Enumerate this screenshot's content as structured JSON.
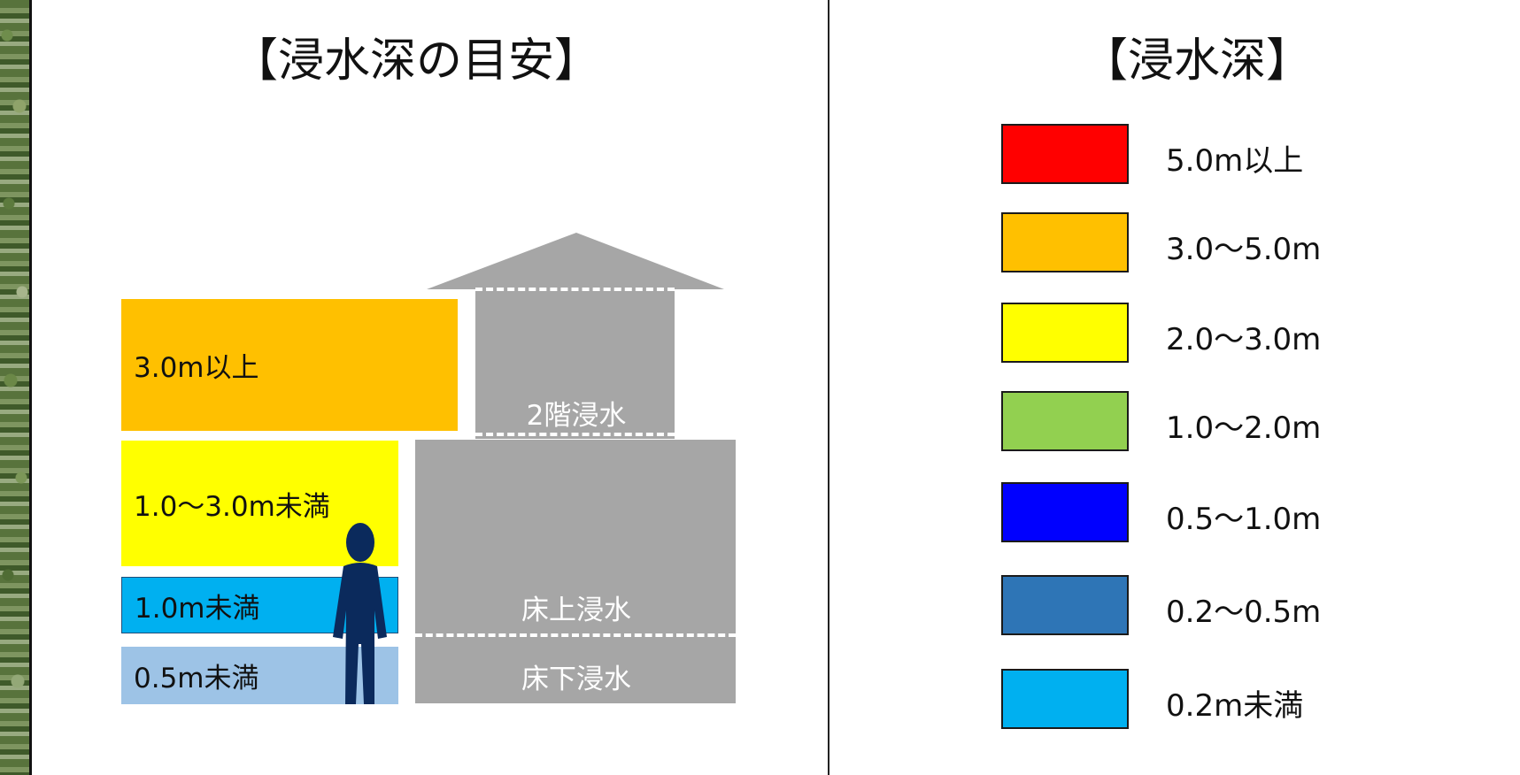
{
  "left_panel": {
    "title": "【浸水深の目安】",
    "bands": [
      {
        "label": "3.0m以上",
        "color": "#FFC000"
      },
      {
        "label": "1.0〜3.0m未満",
        "color": "#FFFF00"
      },
      {
        "label": "1.0m未満",
        "color": "#00B0F0"
      },
      {
        "label": "0.5m未満",
        "color": "#9DC3E6"
      }
    ],
    "house": {
      "color": "#A6A6A6",
      "labels": {
        "second_floor": "2階浸水",
        "above_floor": "床上浸水",
        "below_floor": "床下浸水"
      }
    },
    "person_color": "#0B2A5C"
  },
  "right_panel": {
    "title": "【浸水深】",
    "legend": [
      {
        "label": "5.0m以上",
        "color": "#FF0000"
      },
      {
        "label": "3.0〜5.0m",
        "color": "#FFC000"
      },
      {
        "label": "2.0〜3.0m",
        "color": "#FFFF00"
      },
      {
        "label": "1.0〜2.0m",
        "color": "#92D050"
      },
      {
        "label": "0.5〜1.0m",
        "color": "#0000FF"
      },
      {
        "label": "0.2〜0.5m",
        "color": "#2E75B6"
      },
      {
        "label": "0.2m未満",
        "color": "#00B0F0"
      }
    ]
  }
}
